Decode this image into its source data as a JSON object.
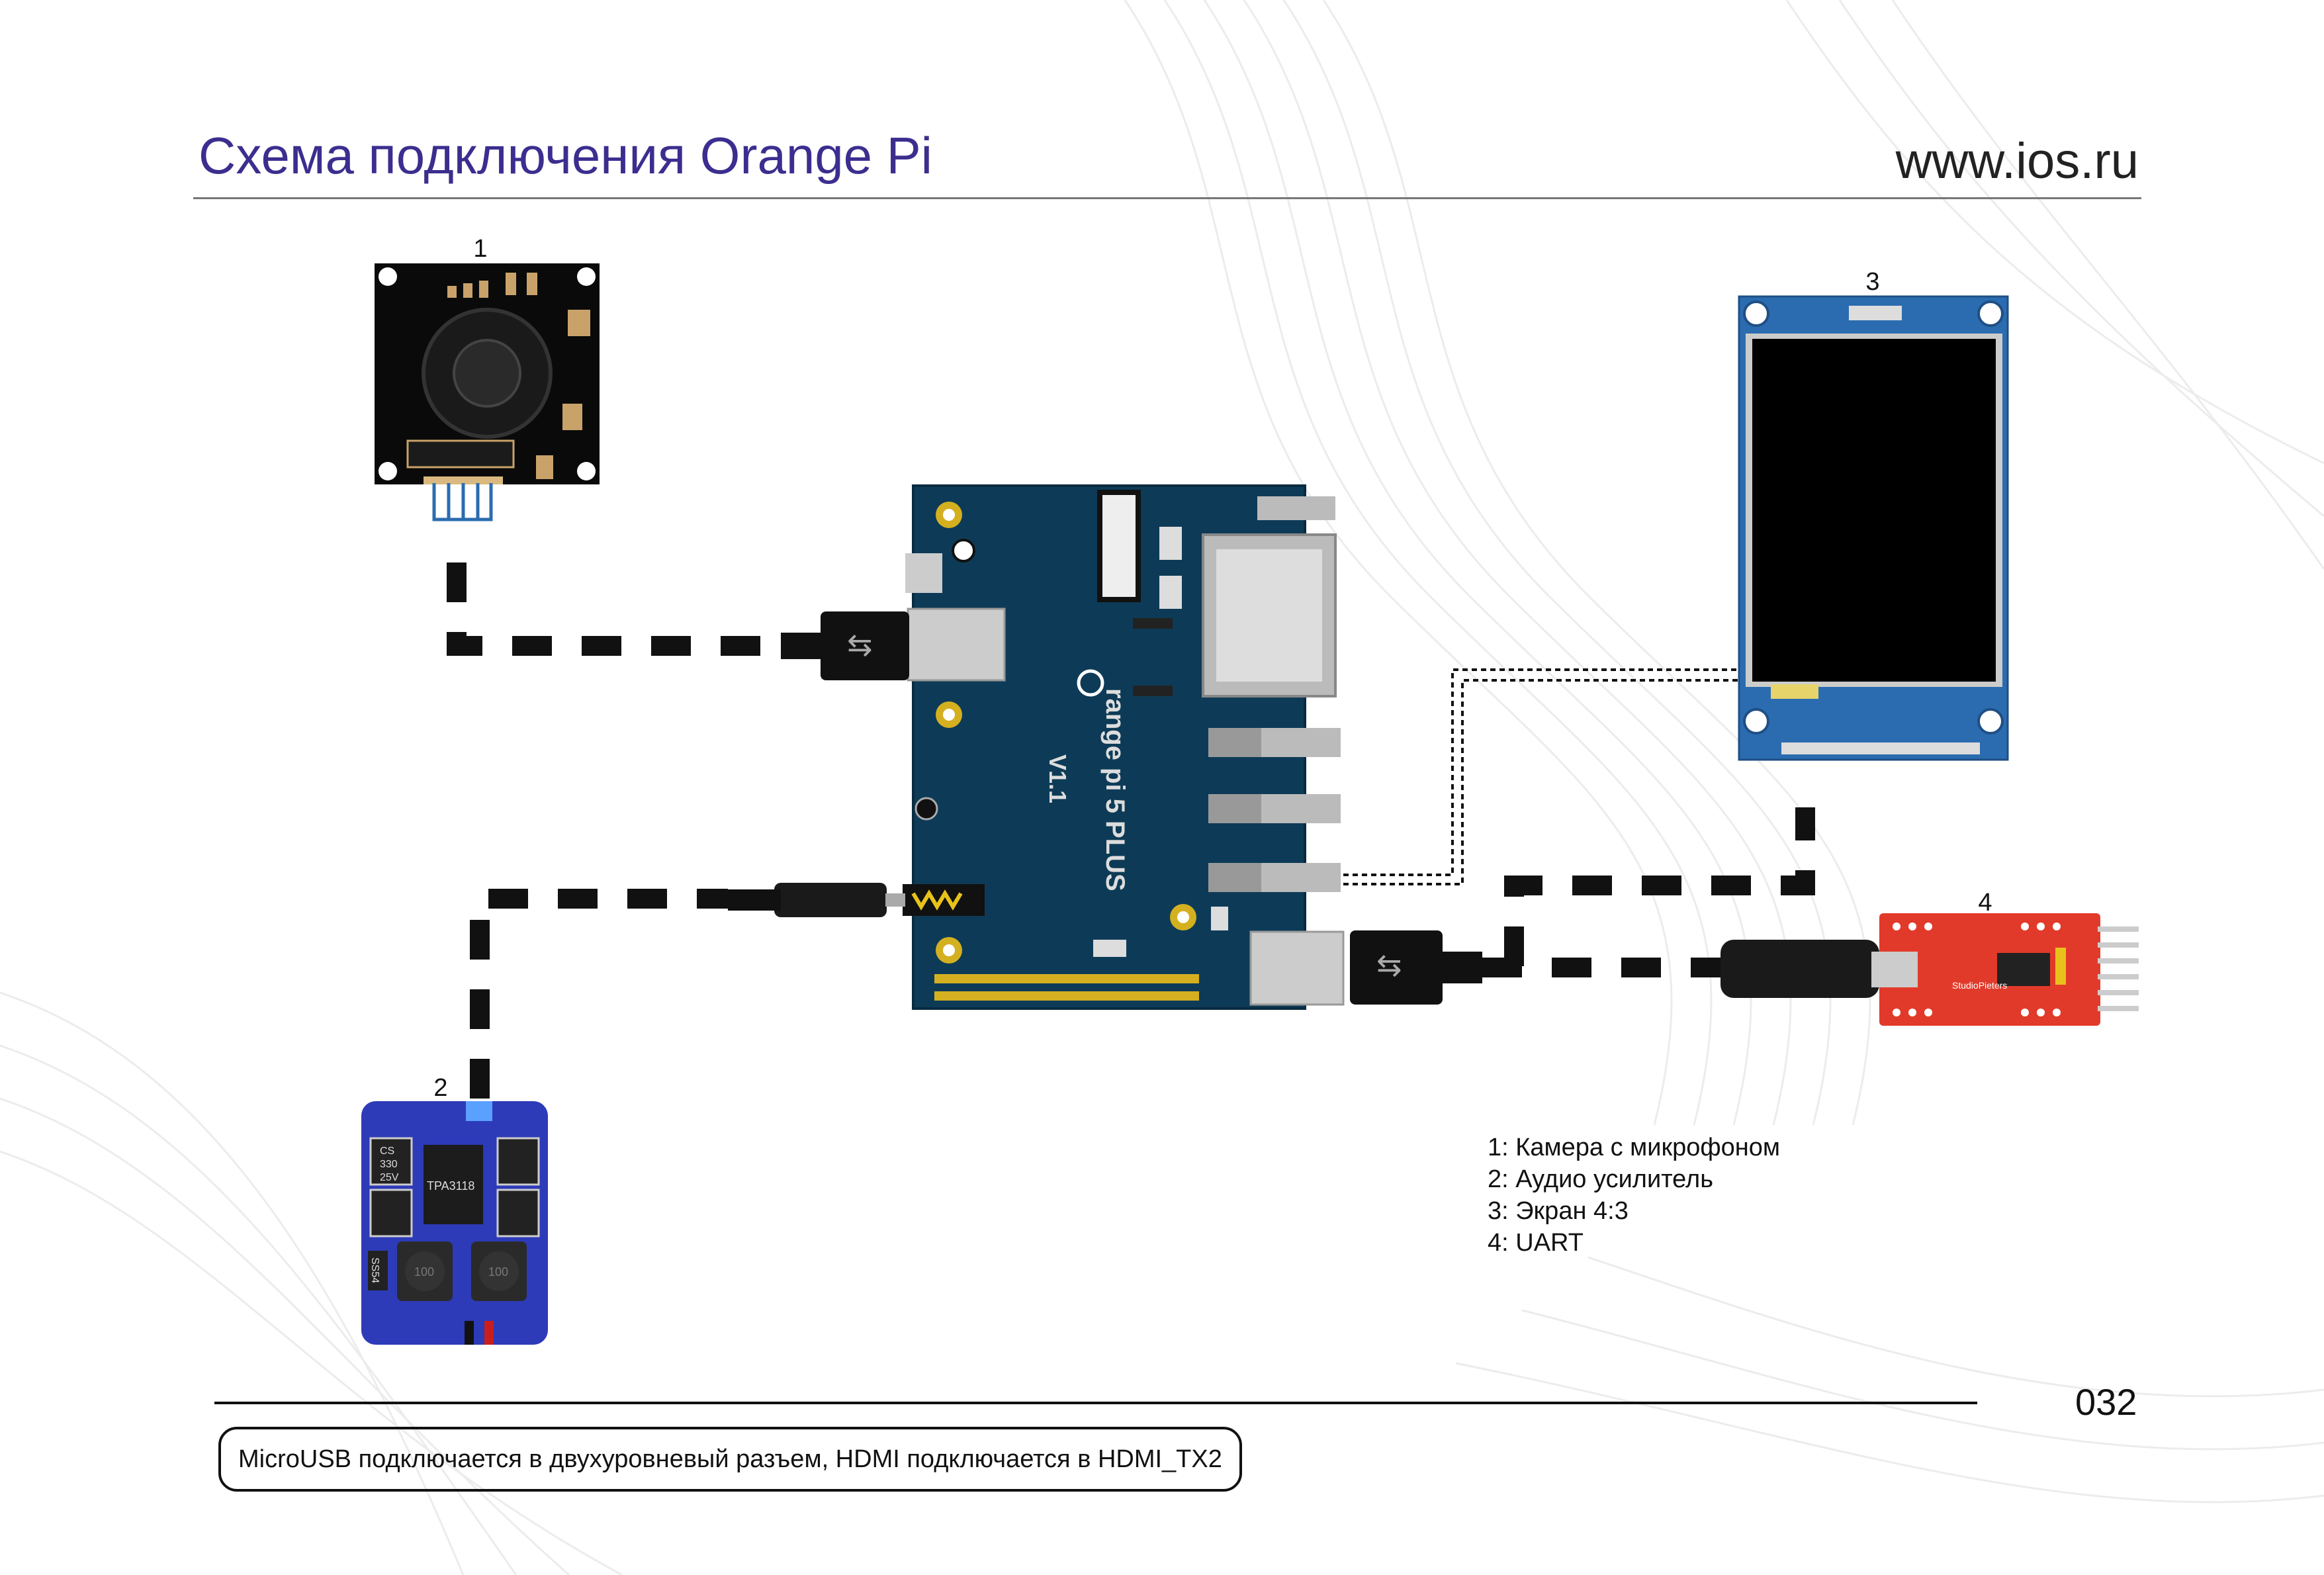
{
  "header": {
    "title": "Схема подключения Orange Pi",
    "site": "www.ios.ru"
  },
  "diagram": {
    "labels": {
      "camera": "1",
      "amplifier": "2",
      "screen": "3",
      "uart": "4"
    },
    "board": {
      "brand": "range pi 5 PLUS",
      "version": "V1.1"
    },
    "amplifier": {
      "chip": "TPA3118",
      "cap": [
        "CS",
        "330",
        "25V"
      ],
      "diode": "SS54",
      "inductor": "100"
    },
    "uart_board": {
      "brand": "StudioPieters"
    }
  },
  "legend": {
    "items": [
      "1: Камера с микрофоном",
      "2: Аудио усилитель",
      "3: Экран 4:3",
      "4: UART"
    ]
  },
  "footer": {
    "page_number": "032",
    "note": "MicroUSB подключается в двухуровневый разъем, HDMI подключается в HDMI_TX2"
  },
  "colors": {
    "accent": "#3b2e8f",
    "board": "#0d3b57",
    "screen_pcb": "#2b6cb0",
    "amp_pcb": "#2d3bb8",
    "uart_pcb": "#e23a2a"
  }
}
